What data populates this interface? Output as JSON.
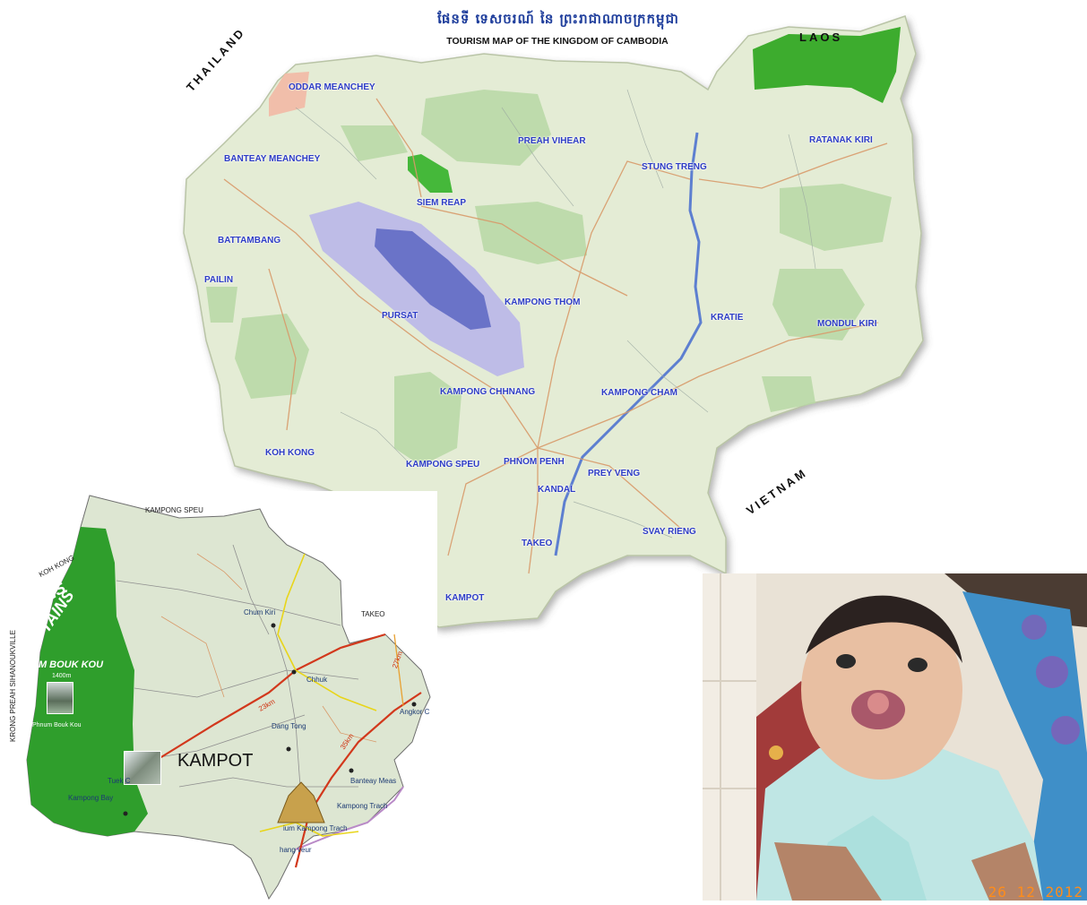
{
  "main_map": {
    "title_kh": "ផែនទី ទេសចរណ៍ នៃ ព្រះរាជាណាចក្រកម្ពុជា",
    "title_en": "TOURISM MAP OF THE KINGDOM OF CAMBODIA",
    "countries": {
      "thailand": "THAILAND",
      "laos": "LAOS",
      "vietnam": "VIETNAM"
    },
    "provinces": {
      "oddar_meanchey": "ODDAR MEANCHEY",
      "preah_vihear": "PREAH VIHEAR",
      "banteay_meanchey": "BANTEAY MEANCHEY",
      "stung_treng": "STUNG TRENG",
      "ratanak_kiri": "RATANAK KIRI",
      "siem_reap": "SIEM REAP",
      "battambang": "BATTAMBANG",
      "pailin": "PAILIN",
      "pursat": "PURSAT",
      "kampong_thom": "KAMPONG THOM",
      "kratie": "KRATIE",
      "mondul_kiri": "MONDUL KIRI",
      "kampong_chhnang": "KAMPONG CHHNANG",
      "kampong_cham": "KAMPONG CHAM",
      "koh_kong": "KOH KONG",
      "kampong_speu": "KAMPONG SPEU",
      "phnom_penh": "PHNOM PENH",
      "prey_veng": "PREY VENG",
      "kandal": "KANDAL",
      "takeo": "TAKEO",
      "svay_rieng": "SVAY RIENG",
      "kampot": "KAMPOT"
    }
  },
  "kampot_inset": {
    "neighbors": {
      "kampong_speu": "KAMPONG SPEU",
      "koh_kong": "KOH KONG",
      "takeo": "TAKEO",
      "sihanoukville": "KRONG PREAH SIHANOUKVILLE"
    },
    "province": "KAMPOT",
    "mountain_partial_1": "NS",
    "mountain_partial_2": "TAINS",
    "bokor_label": "UM BOUK KOU",
    "elevation": "1400m",
    "photo_caption": "Phnum Bouk Kou",
    "towns": {
      "chum_kiri": "Chum Kiri",
      "chhuk": "Chhuk",
      "dang_tong": "Dang Tong",
      "angkor_chey": "Angkor C",
      "banteay_meas": "Banteay Meas",
      "kampong_trach": "Kampong Trach",
      "kampong_trach_2": "ium Kampong Trach",
      "tuek_chhou": "Tuek C",
      "kampong_bay": "Kampong Bay",
      "chhang_veur": "hang veur"
    },
    "distances": {
      "d23": "23km",
      "d27": "27km",
      "d35": "35km"
    }
  },
  "photo": {
    "date_stamp": "26 12 2012"
  }
}
